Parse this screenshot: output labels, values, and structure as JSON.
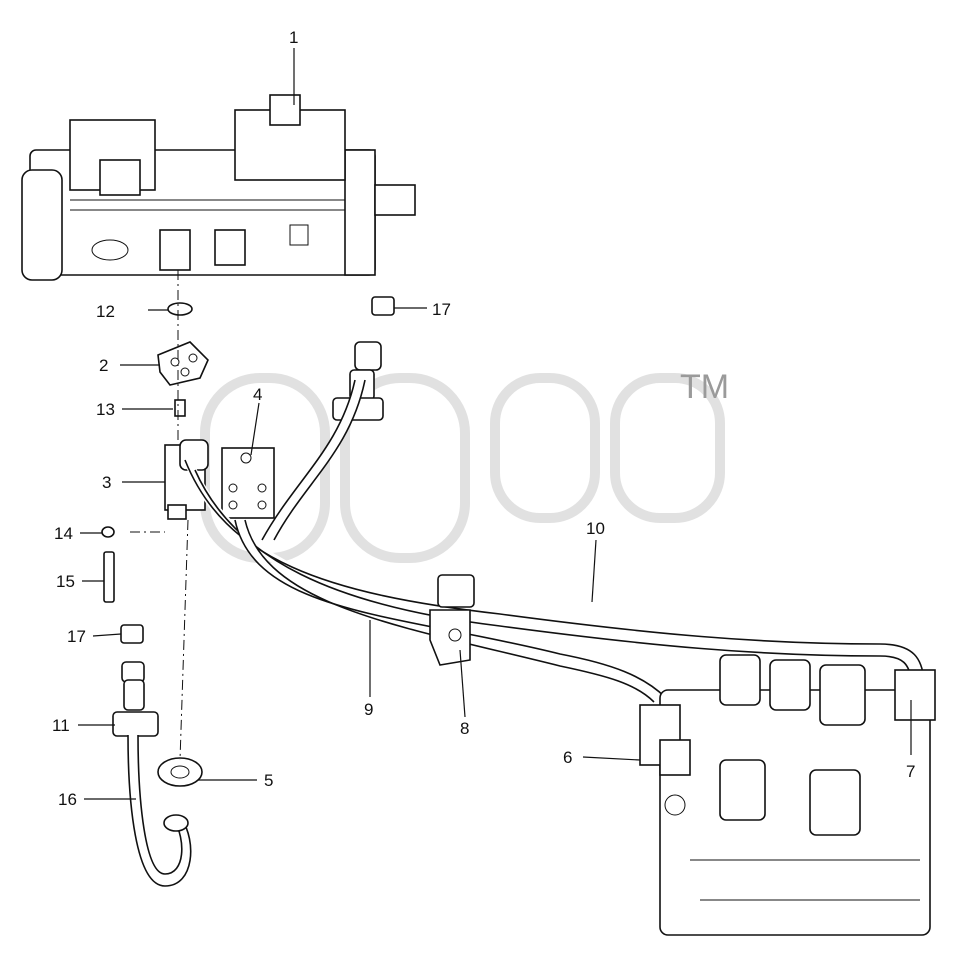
{
  "watermark": {
    "trademark": "TM"
  },
  "callouts": [
    {
      "id": "c1",
      "label": "1"
    },
    {
      "id": "c2",
      "label": "2"
    },
    {
      "id": "c3",
      "label": "3"
    },
    {
      "id": "c4",
      "label": "4"
    },
    {
      "id": "c5",
      "label": "5"
    },
    {
      "id": "c6",
      "label": "6"
    },
    {
      "id": "c7",
      "label": "7"
    },
    {
      "id": "c8",
      "label": "8"
    },
    {
      "id": "c9",
      "label": "9"
    },
    {
      "id": "c10",
      "label": "10"
    },
    {
      "id": "c11",
      "label": "11"
    },
    {
      "id": "c12",
      "label": "12"
    },
    {
      "id": "c13",
      "label": "13"
    },
    {
      "id": "c14",
      "label": "14"
    },
    {
      "id": "c15",
      "label": "15"
    },
    {
      "id": "c16",
      "label": "16"
    },
    {
      "id": "c17a",
      "label": "17"
    },
    {
      "id": "c17b",
      "label": "17"
    }
  ]
}
